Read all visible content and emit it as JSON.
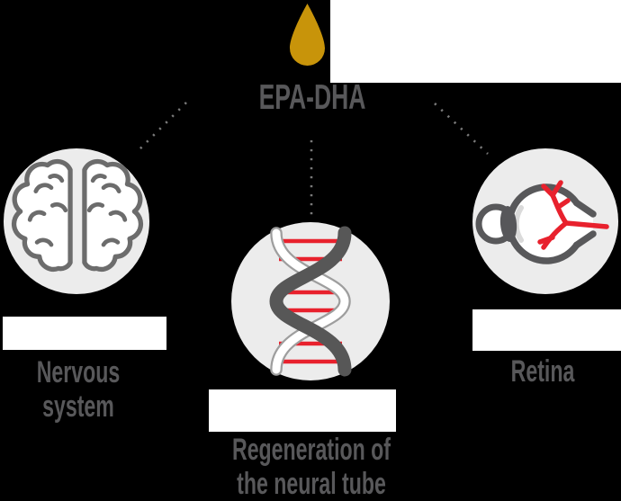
{
  "header": {
    "title": "EPA-DHA",
    "droplet_icon": "oil-drop-icon"
  },
  "branches": {
    "nervous_system": {
      "icon": "brain-icon",
      "label": [
        "Nervous",
        "system"
      ]
    },
    "neural_tube": {
      "icon": "dna-helix-icon",
      "label": [
        "Regeneration of",
        "the neural tube"
      ]
    },
    "retina": {
      "icon": "eye-icon",
      "label": [
        "Retina"
      ]
    }
  },
  "colors": {
    "droplet_gold": "#C8940A",
    "accent_red": "#E8212D",
    "text_gray": "#58585A",
    "circle_bg": "#ECECEC",
    "icon_line_gray": "#6C6C6C",
    "dot_gray": "#7A7A7A",
    "panel_white": "#FFFFFF",
    "background": "#000000"
  }
}
